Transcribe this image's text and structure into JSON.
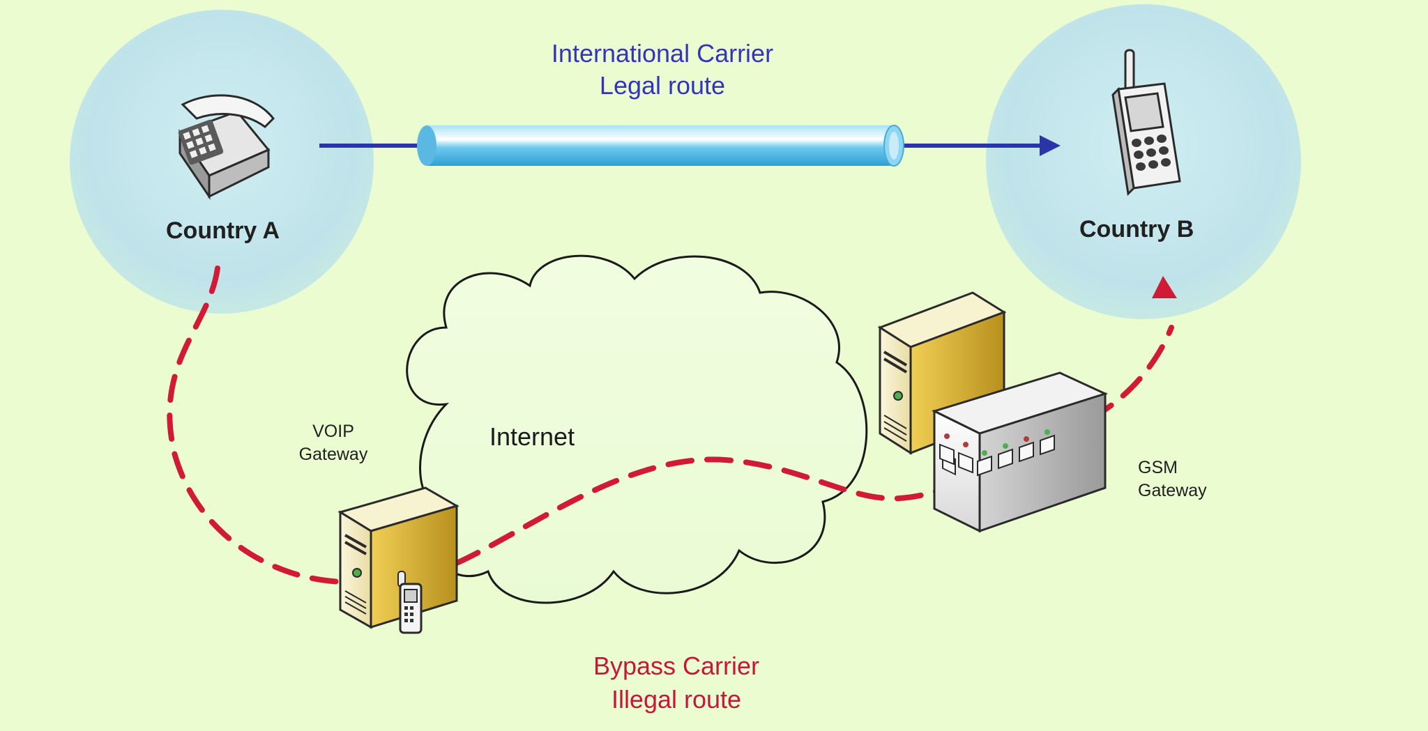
{
  "labels": {
    "legal_line1": "International Carrier",
    "legal_line2": "Legal route",
    "country_a": "Country A",
    "country_b": "Country B",
    "internet": "Internet",
    "voip_line1": "VOIP",
    "voip_line2": "Gateway",
    "gsm_line1": "GSM",
    "gsm_line2": "Gateway",
    "bypass_line1": "Bypass Carrier",
    "bypass_line2": "Illegal route"
  },
  "colors": {
    "background": "#ebfdd0",
    "country_disc": "#bfe3ea",
    "legal_route": "#2a35a8",
    "legal_text": "#3333bb",
    "bypass_route": "#d11a36",
    "bypass_text": "#c8163a",
    "tube": "#5fc4ea",
    "server": "#e8c866"
  },
  "icons": {
    "country_a": "desk-phone-icon",
    "country_b": "mobile-phone-icon",
    "voip_gateway": "server-icon",
    "gsm_gateway": "gsm-gateway-icon",
    "internet": "cloud-icon"
  }
}
